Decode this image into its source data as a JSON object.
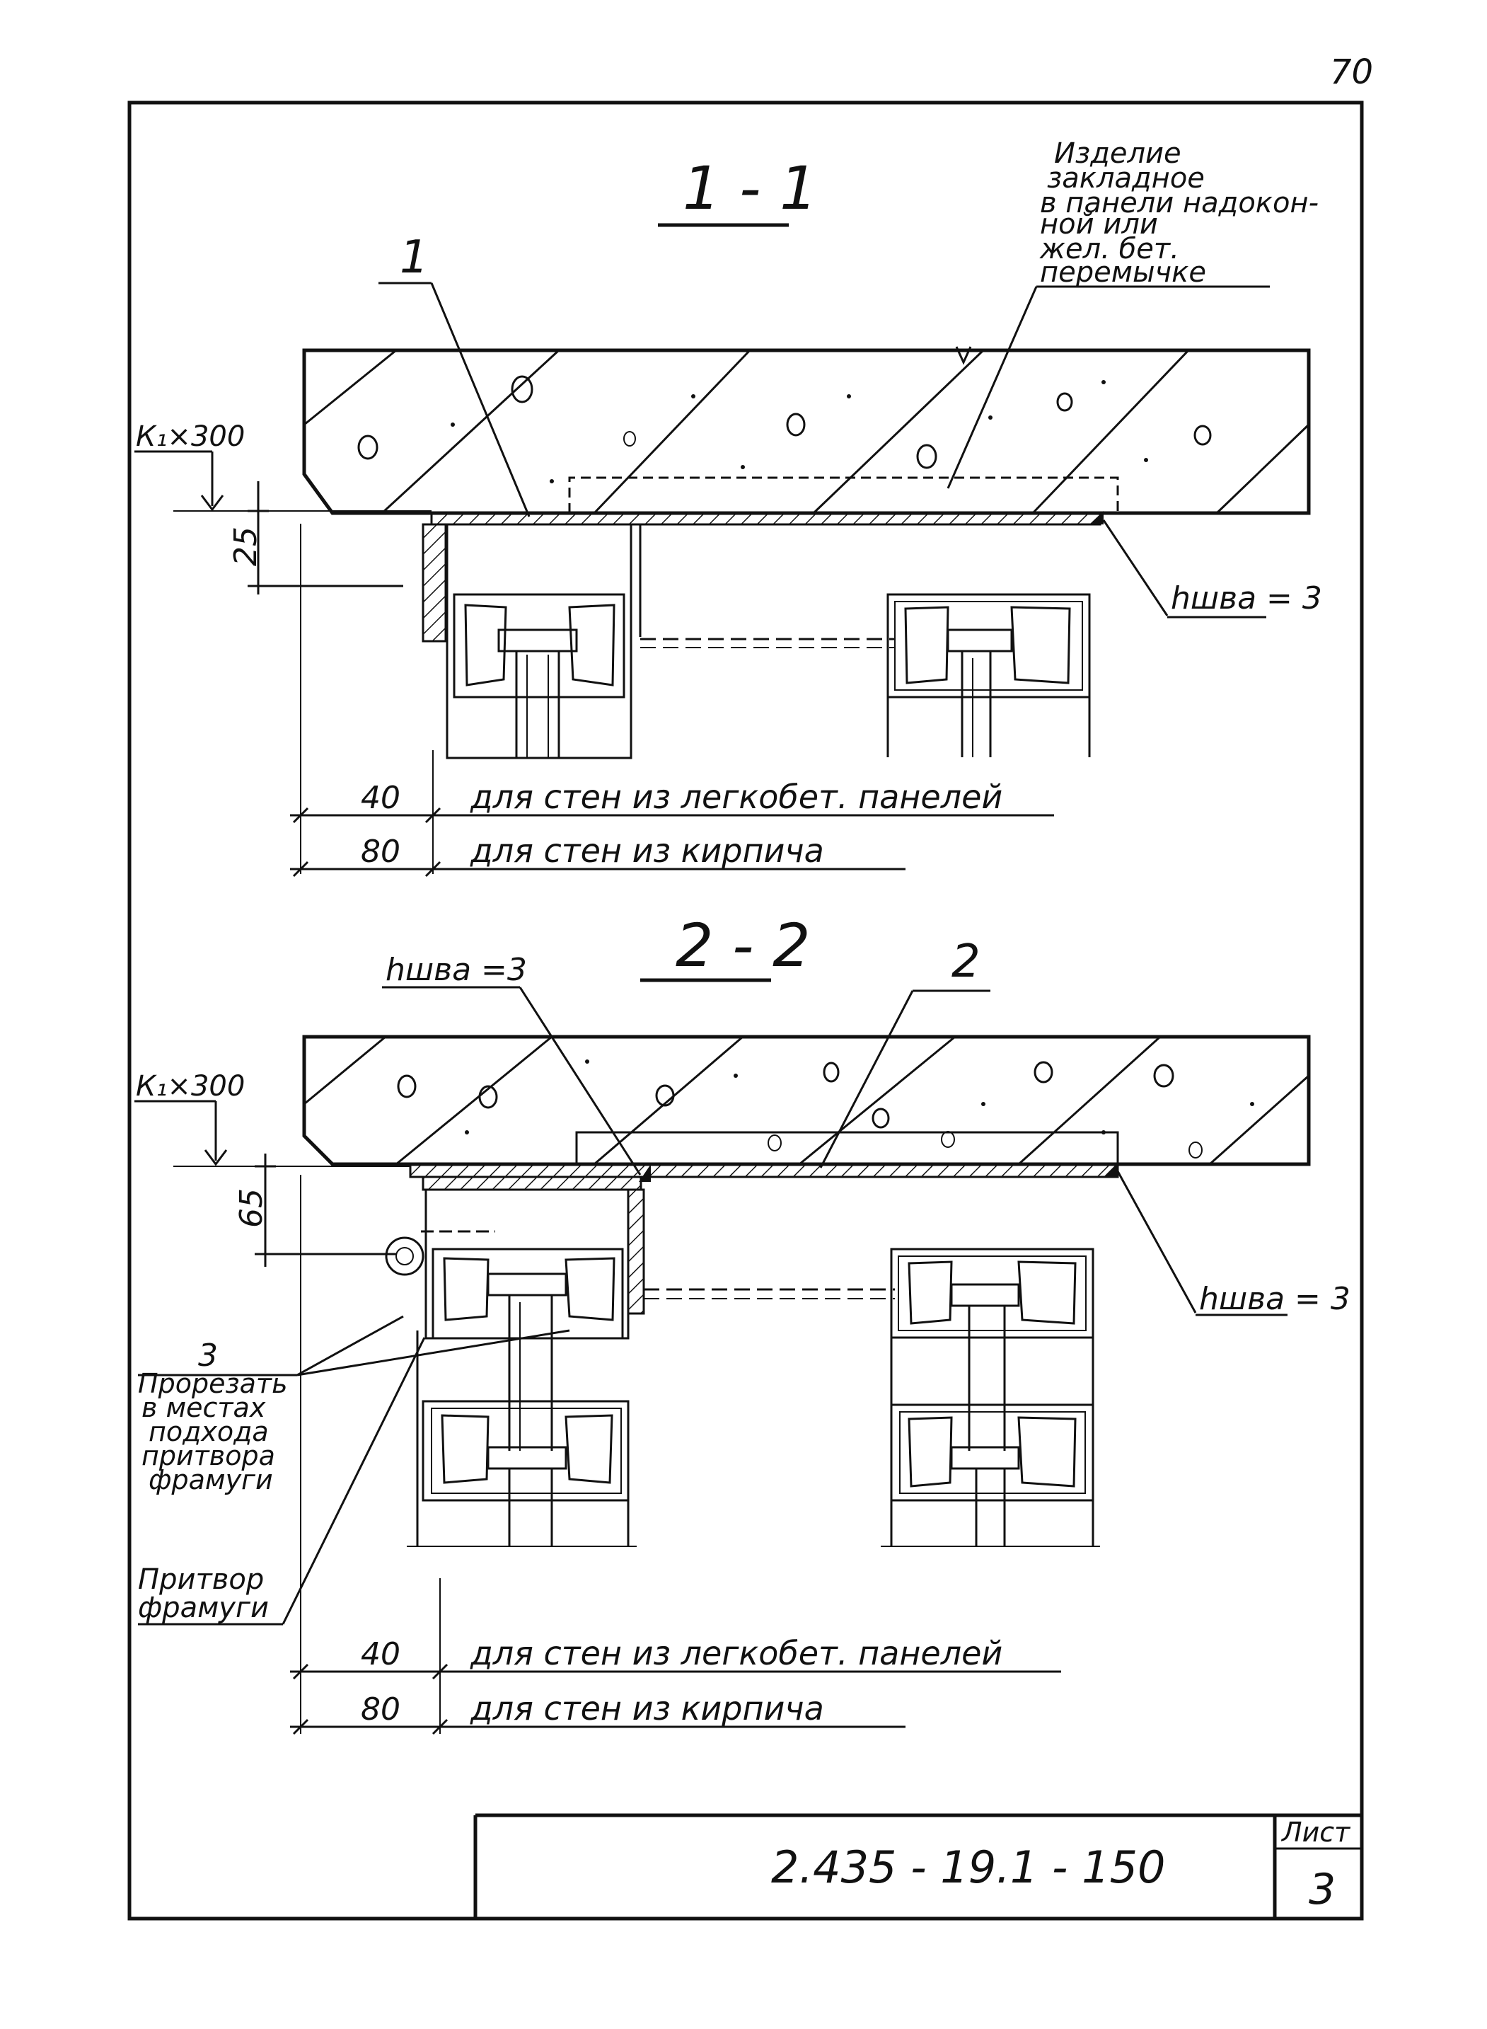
{
  "sheet": {
    "page_number": "70",
    "designation": "2.435 - 19.1 - 150",
    "sheet_label": "Лист",
    "sheet_number": "3"
  },
  "section_1": {
    "title": "1 - 1",
    "callout_position": "1",
    "callout_note": [
      "Изделие",
      "закладное",
      "в панели надокон-",
      "ной  или",
      "жел. бет.",
      "перемычке"
    ],
    "level_mark": "К₁×300",
    "dim_vertical": "25",
    "weld_label": "hшва = 3",
    "dim_40": "40",
    "note_40": "для  стен  из  легкобет.  панелей",
    "dim_80": "80",
    "note_80": "для  стен  из  кирпича"
  },
  "section_2": {
    "title": "2 - 2",
    "callout_position": "2",
    "weld_label_top": "hшва =3",
    "weld_label_right": "hшва = 3",
    "level_mark": "К₁×300",
    "dim_vertical": "65",
    "callout_3_number": "3",
    "callout_3_note": [
      "Прорезать",
      "в местах",
      "подхода",
      "притвора",
      "фрамуги"
    ],
    "callout_pritvor": [
      "Притвор",
      "фрамуги"
    ],
    "dim_40": "40",
    "note_40": "для  стен  из  легкобет.  панелей",
    "dim_80": "80",
    "note_80": "для  стен  из  кирпича"
  }
}
